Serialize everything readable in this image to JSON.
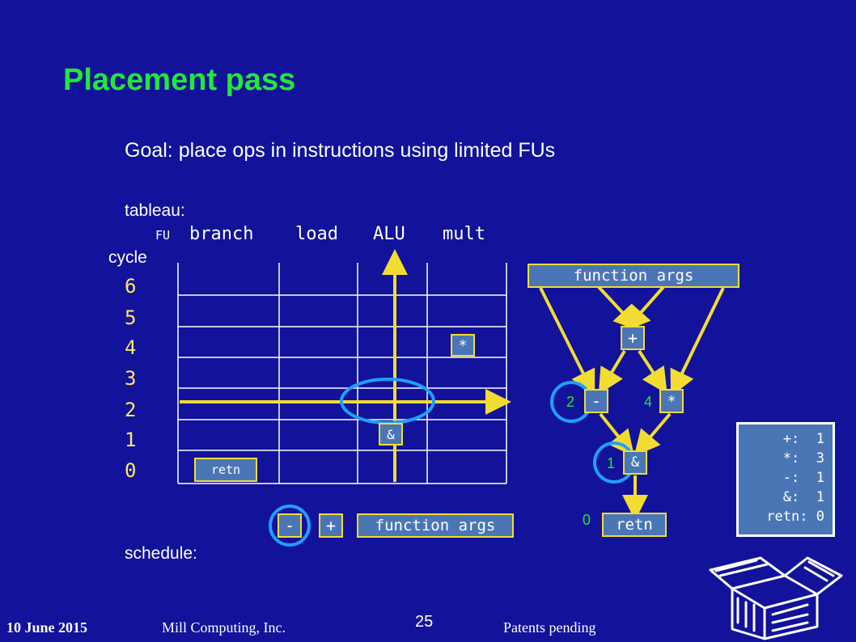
{
  "title": "Placement pass",
  "goal": "Goal: place ops in instructions using limited FUs",
  "tableau": {
    "label": "tableau:",
    "fu_label": "FU",
    "fu_headers": [
      "branch",
      "load",
      "ALU",
      "mult"
    ],
    "cycle_label": "cycle",
    "cycles": [
      "6",
      "5",
      "4",
      "3",
      "2",
      "1",
      "0"
    ],
    "placed": {
      "mult_op": "*",
      "alu_op": "&",
      "branch_op": "retn"
    }
  },
  "schedule": {
    "label": "schedule:",
    "items": [
      "-",
      "+",
      "function args"
    ]
  },
  "graph": {
    "args": "function args",
    "plus": "+",
    "minus": "-",
    "times": "*",
    "and": "&",
    "retn": "retn",
    "minus_latency": "2",
    "times_latency": "4",
    "and_latency": "1",
    "retn_latency": "0"
  },
  "counts": [
    {
      "op": "+:",
      "n": "1"
    },
    {
      "op": "*:",
      "n": "3"
    },
    {
      "op": "-:",
      "n": "1"
    },
    {
      "op": "&:",
      "n": "1"
    },
    {
      "op": "retn:",
      "n": "0"
    }
  ],
  "footer": {
    "date": "10 June 2015",
    "company": "Mill Computing, Inc.",
    "page": "25",
    "patents": "Patents pending"
  },
  "colors": {
    "background": "#12129a",
    "title": "#22e83a",
    "box": "#4b76b6",
    "box_border": "#f2dc32",
    "grid": "#f2dc32",
    "arrow": "#f2dc32",
    "highlight": "#1fa0ff"
  }
}
